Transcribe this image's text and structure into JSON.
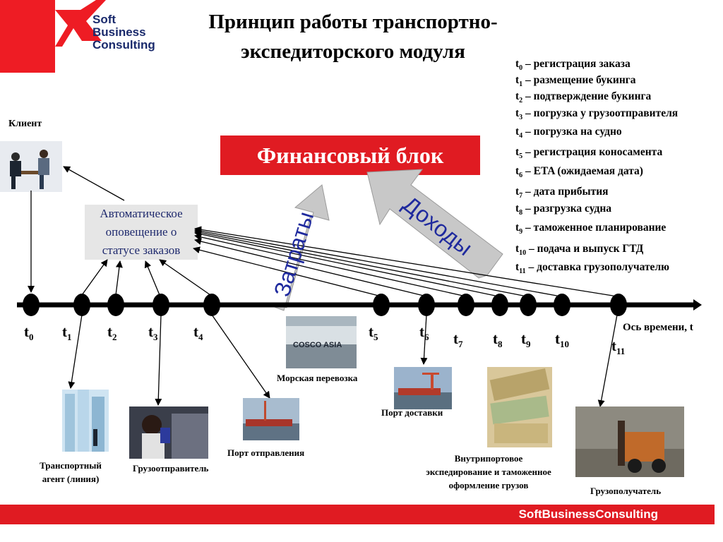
{
  "logo": {
    "line1": "Soft",
    "line2": "Business",
    "line3": "Consulting"
  },
  "title": {
    "line1": "Принцип работы транспортно-",
    "line2": "экспедиторского модуля"
  },
  "legend": [
    {
      "t": "t",
      "sub": "0",
      "text": " – регистрация заказа"
    },
    {
      "t": "t",
      "sub": "1",
      "text": " – размещение букинга"
    },
    {
      "t": "t",
      "sub": "2",
      "text": " – подтверждение букинга"
    },
    {
      "t": "t",
      "sub": "3",
      "text": " – погрузка у грузоотправителя"
    },
    {
      "t": "t",
      "sub": "4",
      "text": " – погрузка на судно"
    },
    {
      "t": "t",
      "sub": "5",
      "text": " – регистрация коносамента"
    },
    {
      "t": "t",
      "sub": "6",
      "text": " – ETA (ожидаемая дата)"
    },
    {
      "t": "t",
      "sub": "7",
      "text": " – дата прибытия"
    },
    {
      "t": "t",
      "sub": "8",
      "text": " – разгрузка судна"
    },
    {
      "t": "t",
      "sub": "9",
      "text": " – таможенное планирование"
    },
    {
      "t": "t",
      "sub": "10",
      "text": " – подача и выпуск ГТД"
    },
    {
      "t": "t",
      "sub": "11",
      "text": " – доставка грузополучателю"
    }
  ],
  "client_label": "Клиент",
  "financial_block": "Финансовый блок",
  "arrow_costs": "Затраты",
  "arrow_income": "Доходы",
  "auto_notify": {
    "line1": "Автоматическое",
    "line2": "оповещение о",
    "line3": "статусе заказов"
  },
  "axis_label": "Ось времени, t",
  "ticks": [
    {
      "t": "t",
      "sub": "0"
    },
    {
      "t": "t",
      "sub": "1"
    },
    {
      "t": "t",
      "sub": "2"
    },
    {
      "t": "t",
      "sub": "3"
    },
    {
      "t": "t",
      "sub": "4"
    },
    {
      "t": "t",
      "sub": "5"
    },
    {
      "t": "t",
      "sub": "6"
    },
    {
      "t": "t",
      "sub": "7"
    },
    {
      "t": "t",
      "sub": "8"
    },
    {
      "t": "t",
      "sub": "9"
    },
    {
      "t": "t",
      "sub": "10"
    },
    {
      "t": "t",
      "sub": "11"
    }
  ],
  "photos": {
    "ship_hull_text": "COSCO ASIA"
  },
  "captions": {
    "sea": "Морская перевозка",
    "port_delivery": "Порт доставки",
    "agent_l1": "Транспортный",
    "agent_l2": "агент (линия)",
    "shipper": "Грузоотправитель",
    "port_departure": "Порт отправления",
    "port_exp_l1": "Внутрипортовое",
    "port_exp_l2": "экспедирование и таможенное",
    "port_exp_l3": "оформление грузов",
    "consignee": "Грузополучатель"
  },
  "footer": "SoftBusinessConsulting",
  "colors": {
    "red": "#e01b22",
    "navy": "#1f2a6e",
    "gray_arrow": "#c8c8c8"
  }
}
